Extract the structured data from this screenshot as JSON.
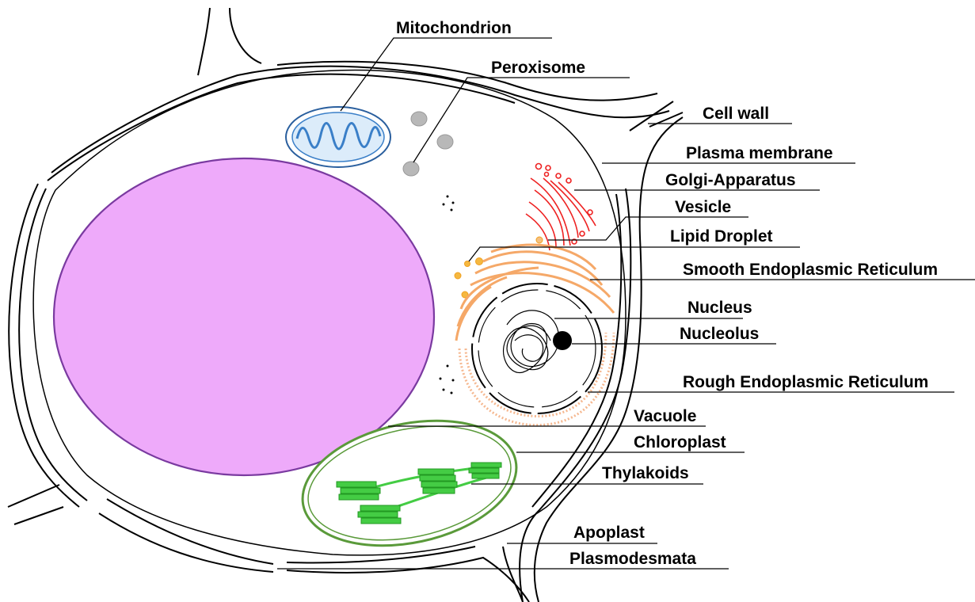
{
  "labels": {
    "mitochondrion": "Mitochondrion",
    "peroxisome": "Peroxisome",
    "cell_wall": "Cell wall",
    "plasma_membrane": "Plasma membrane",
    "golgi": "Golgi-Apparatus",
    "vesicle": "Vesicle",
    "lipid_droplet": "Lipid Droplet",
    "smooth_er": "Smooth Endoplasmic Reticulum",
    "nucleus": "Nucleus",
    "nucleolus": "Nucleolus",
    "rough_er": "Rough Endoplasmic Reticulum",
    "vacuole": "Vacuole",
    "chloroplast": "Chloroplast",
    "thylakoids": "Thylakoids",
    "apoplast": "Apoplast",
    "plasmodesmata": "Plasmodesmata"
  },
  "colors": {
    "vacuole_fill": "#eeaafa",
    "vacuole_stroke": "#7a3aa0",
    "mitochondrion": "#3a7fc8",
    "mitochondrion_fill": "#dcecfa",
    "peroxisome": "#b8b8b8",
    "golgi": "#ee2222",
    "er": "#f5a868",
    "lipid": "#f5b840",
    "chloroplast": "#5a9a3a",
    "thylakoid": "#44cc44"
  }
}
